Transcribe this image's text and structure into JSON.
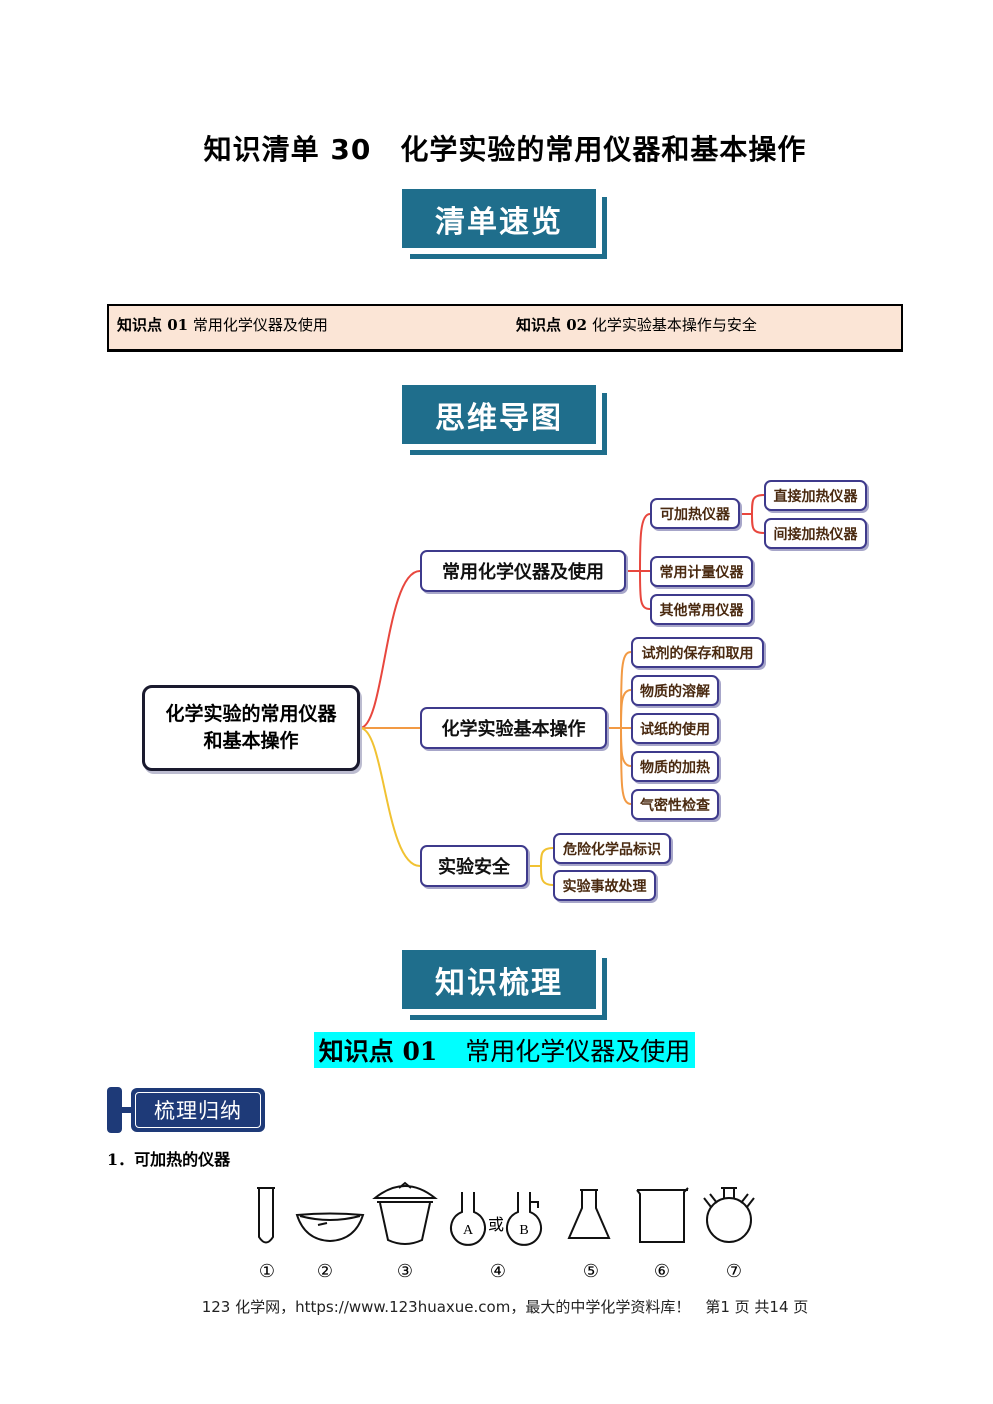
{
  "doc": {
    "title": "知识清单 30　化学实验的常用仪器和基本操作"
  },
  "banners": {
    "overview": "清单速览",
    "mindmap": "思维导图",
    "knowledge": "知识梳理"
  },
  "toc": {
    "item1_num": "知识点 01",
    "item1_text": "常用化学仪器及使用",
    "item2_num": "知识点 02",
    "item2_text": "化学实验基本操作与安全"
  },
  "mindmap": {
    "root": "化学实验的常用仪器和基本操作",
    "branches": [
      {
        "label": "常用化学仪器及使用",
        "color": "#e8473e",
        "children": [
          "可加热仪器",
          "常用计量仪器",
          "其他常用仪器"
        ],
        "grandchildren": [
          "直接加热仪器",
          "间接加热仪器"
        ]
      },
      {
        "label": "化学实验基本操作",
        "color": "#f29a44",
        "children": [
          "试剂的保存和取用",
          "物质的溶解",
          "试纸的使用",
          "物质的加热",
          "气密性检查"
        ]
      },
      {
        "label": "实验安全",
        "color": "#f1c232",
        "children": [
          "危险化学品标识",
          "实验事故处理"
        ]
      }
    ]
  },
  "section": {
    "num": "知识点 01",
    "title": "常用化学仪器及使用"
  },
  "tag": "梳理归纳",
  "item1": "1．可加热的仪器",
  "apparatus": {
    "labels": [
      "①",
      "②",
      "③",
      "④",
      "⑤",
      "⑥",
      "⑦"
    ],
    "flask_a": "A",
    "flask_b": "B",
    "or": "或"
  },
  "footer": "123 化学网，https://www.123huaxue.com，最大的中学化学资料库！　第1 页  共14 页"
}
